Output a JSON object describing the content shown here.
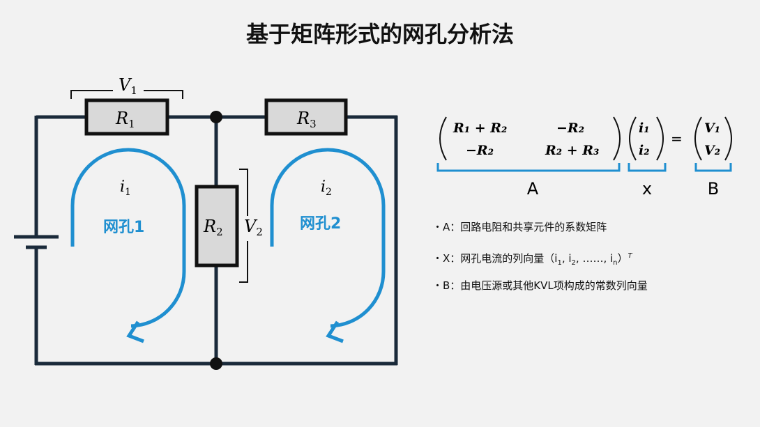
{
  "title": "基于矩阵形式的网孔分析法",
  "circuit": {
    "V1": "V",
    "V1_sub": "1",
    "R1": "R",
    "R1_sub": "1",
    "R2": "R",
    "R2_sub": "2",
    "R3": "R",
    "R3_sub": "3",
    "V2": "V",
    "V2_sub": "2",
    "i1": "i",
    "i1_sub": "1",
    "i2": "i",
    "i2_sub": "2",
    "mesh1": "网孔1",
    "mesh2": "网孔2"
  },
  "equation": {
    "a11": "R₁ + R₂",
    "a12": "−R₂",
    "a21": "−R₂",
    "a22": "R₂ + R₃",
    "x1": "i₁",
    "x2": "i₂",
    "equals": "=",
    "b1": "V₁",
    "b2": "V₂",
    "label_A": "A",
    "label_x": "x",
    "label_B": "B"
  },
  "bullets": {
    "b1_prefix": "・A：回路电阻和共享元件的系数矩阵",
    "b2_prefix": "・X：网孔电流的列向量（i",
    "b2_s1": "1",
    "b2_mid1": ", i",
    "b2_s2": "2",
    "b2_mid2": ", ……, i",
    "b2_sn": "n",
    "b2_close": "）",
    "b2_sup": "T",
    "b3": "・B：由电压源或其他KVL项构成的常数列向量"
  },
  "colors": {
    "wire": "#1a2a3a",
    "mesh_arrow": "#1f8fd0",
    "resistor_fill": "#d9d9d9"
  }
}
